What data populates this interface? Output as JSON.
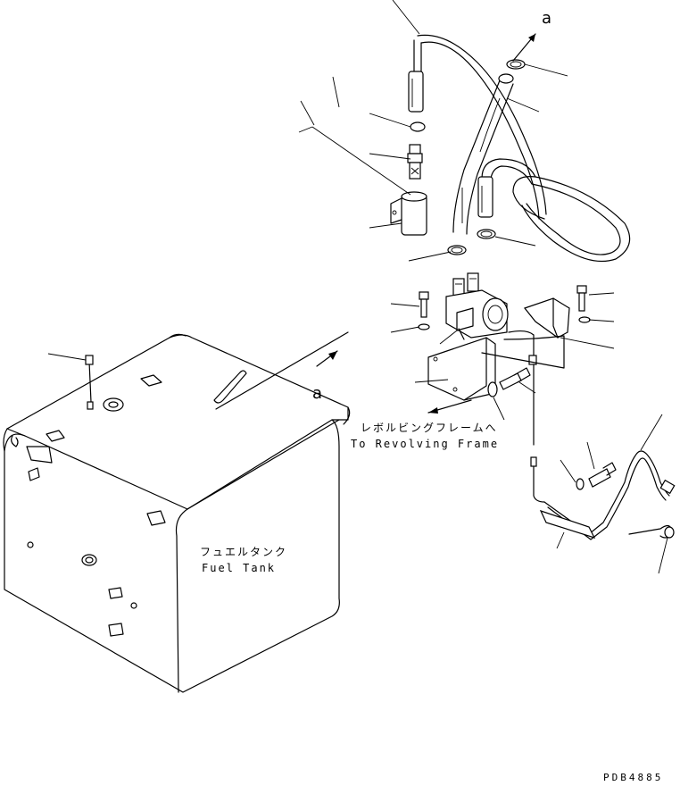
{
  "labels": {
    "fuel_tank_jp": "フュエルタンク",
    "fuel_tank_en": "Fuel Tank",
    "revolving_frame_jp": "レボルビングフレームへ",
    "revolving_frame_en": "To Revolving Frame",
    "arrow_ref_top": "a",
    "arrow_ref_tank": "a",
    "drawing_code": "PDB4885"
  }
}
